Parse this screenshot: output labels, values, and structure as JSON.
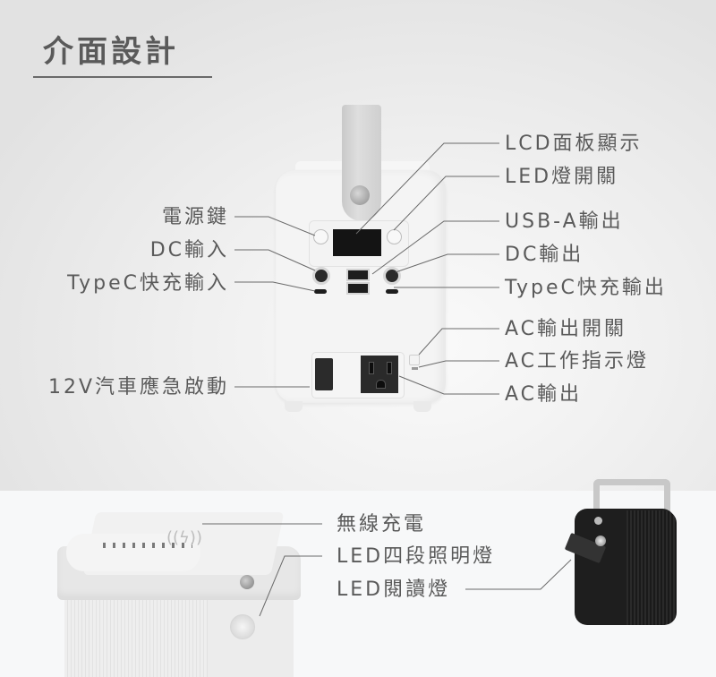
{
  "title": "介面設計",
  "front_view": {
    "left_labels": [
      {
        "id": "power",
        "text": "電源鍵"
      },
      {
        "id": "dc_in",
        "text": "DC輸入"
      },
      {
        "id": "typec_in",
        "text": "TypeC快充輸入"
      },
      {
        "id": "jump_start",
        "text": "12V汽車應急啟動"
      }
    ],
    "right_labels": [
      {
        "id": "lcd",
        "text": "LCD面板顯示"
      },
      {
        "id": "led_switch",
        "text": "LED燈開關"
      },
      {
        "id": "usb_a_out",
        "text": "USB-A輸出"
      },
      {
        "id": "dc_out",
        "text": "DC輸出"
      },
      {
        "id": "typec_out",
        "text": "TypeC快充輸出"
      },
      {
        "id": "ac_switch",
        "text": "AC輸出開關"
      },
      {
        "id": "ac_indicator",
        "text": "AC工作指示燈"
      },
      {
        "id": "ac_out",
        "text": "AC輸出"
      }
    ]
  },
  "bottom_view": {
    "labels": [
      {
        "id": "wireless",
        "text": "無線充電"
      },
      {
        "id": "led_4stage",
        "text": "LED四段照明燈"
      },
      {
        "id": "led_reading",
        "text": "LED閱讀燈"
      }
    ]
  },
  "colors": {
    "text": "#5a5a5a",
    "line": "#6a6a6a",
    "top_bg": "#e8e8e8",
    "bottom_bg": "#f7f8f9"
  }
}
